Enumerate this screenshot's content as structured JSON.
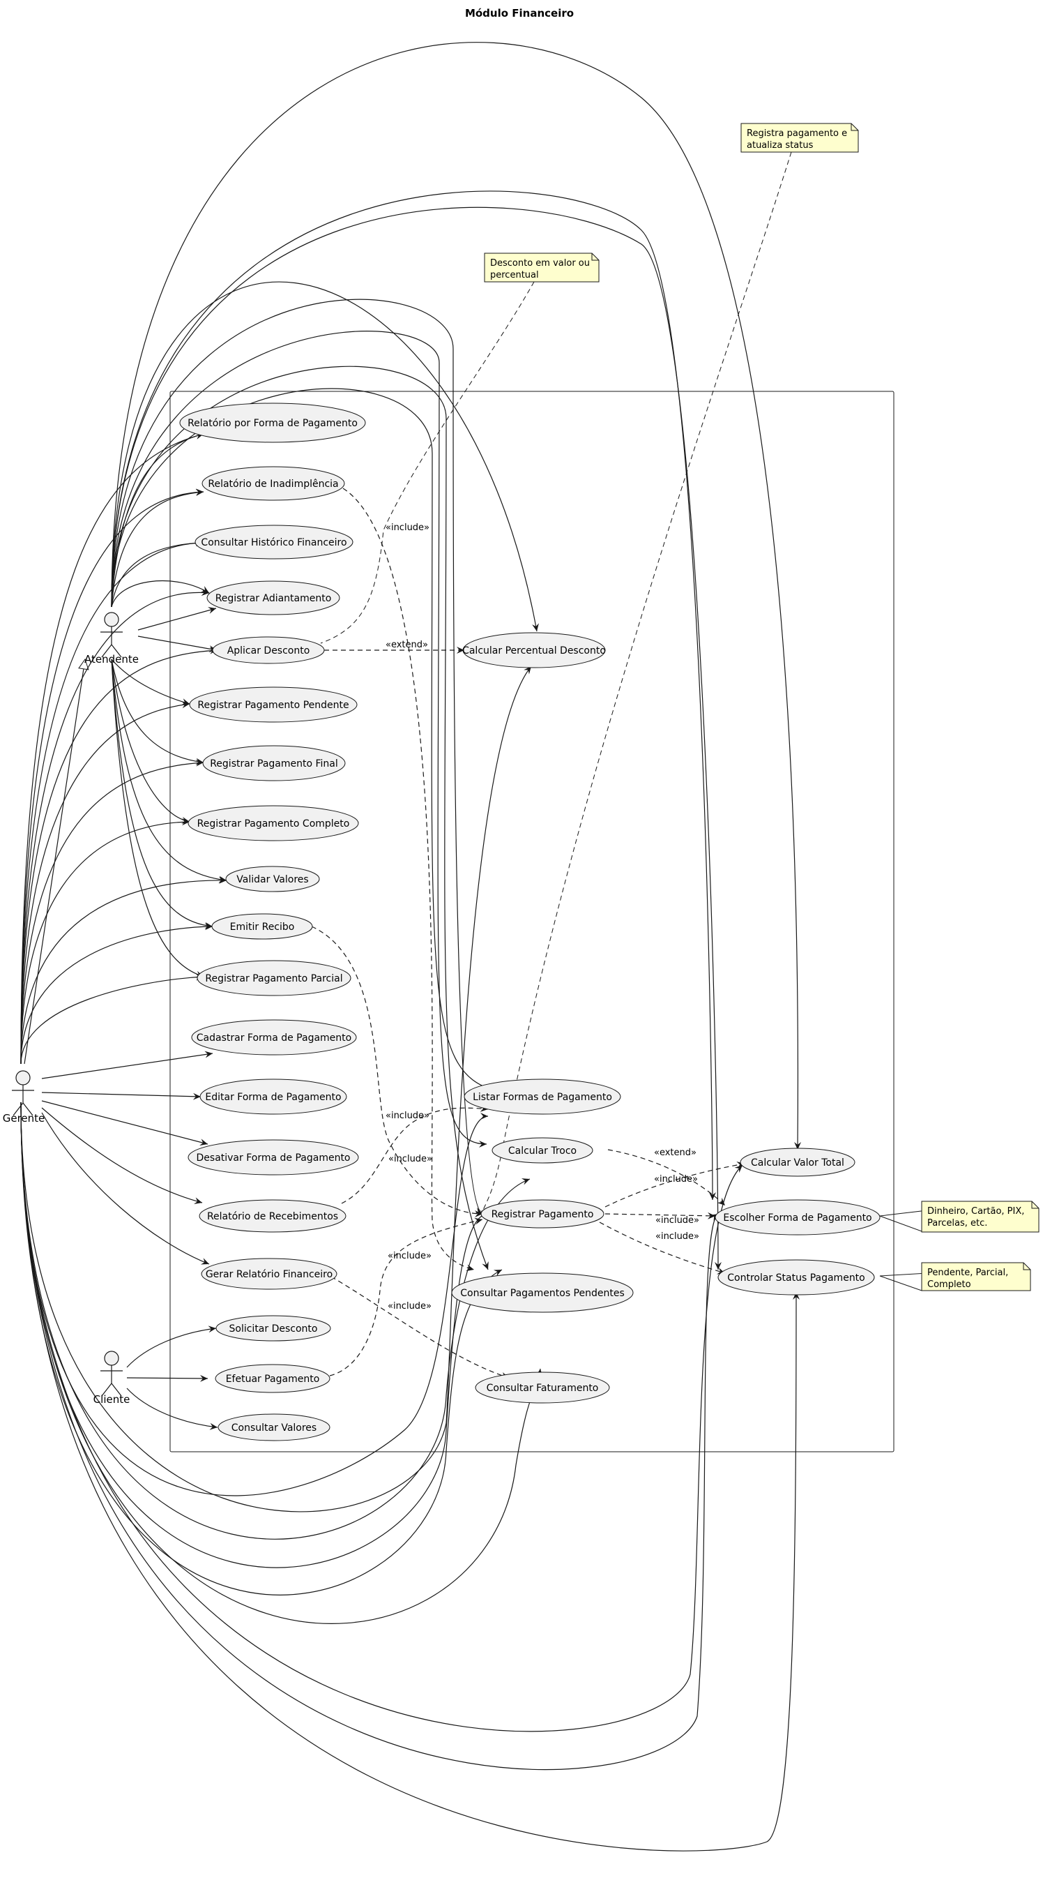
{
  "diagram": {
    "title": "Módulo Financeiro",
    "actors": {
      "atendente": "Atendente",
      "gerente": "Gerente",
      "cliente": "Cliente"
    },
    "use_cases": {
      "rel_forma": "Relatório por Forma de Pagamento",
      "rel_inad": "Relatório de Inadimplência",
      "hist": "Consultar Histórico Financeiro",
      "adiant": "Registrar Adiantamento",
      "desconto": "Aplicar Desconto",
      "calc_perc": "Calcular Percentual Desconto",
      "pend": "Registrar Pagamento Pendente",
      "final": "Registrar Pagamento Final",
      "completo": "Registrar Pagamento Completo",
      "validar": "Validar Valores",
      "recibo": "Emitir Recibo",
      "parcial": "Registrar Pagamento Parcial",
      "cad_forma": "Cadastrar Forma de Pagamento",
      "edit_forma": "Editar Forma de Pagamento",
      "desat_forma": "Desativar Forma de Pagamento",
      "rel_receb": "Relatório de Recebimentos",
      "gerar_rel": "Gerar Relatório Financeiro",
      "solic_desc": "Solicitar Desconto",
      "efetuar": "Efetuar Pagamento",
      "cons_valores": "Consultar Valores",
      "listar": "Listar Formas de Pagamento",
      "troco": "Calcular Troco",
      "reg_pag": "Registrar Pagamento",
      "cons_pend": "Consultar Pagamentos Pendentes",
      "cons_fat": "Consultar Faturamento",
      "valor_total": "Calcular Valor Total",
      "escolher": "Escolher Forma de Pagamento",
      "status": "Controlar Status Pagamento"
    },
    "stereotypes": {
      "include": "«include»",
      "extend": "«extend»"
    },
    "notes": {
      "n_registra": [
        "Registra pagamento e",
        "atualiza status"
      ],
      "n_desconto": [
        "Desconto em valor ou",
        "percentual"
      ],
      "n_formas": [
        "Dinheiro, Cartão, PIX,",
        "Parcelas, etc."
      ],
      "n_status": [
        "Pendente, Parcial,",
        "Completo"
      ]
    }
  }
}
